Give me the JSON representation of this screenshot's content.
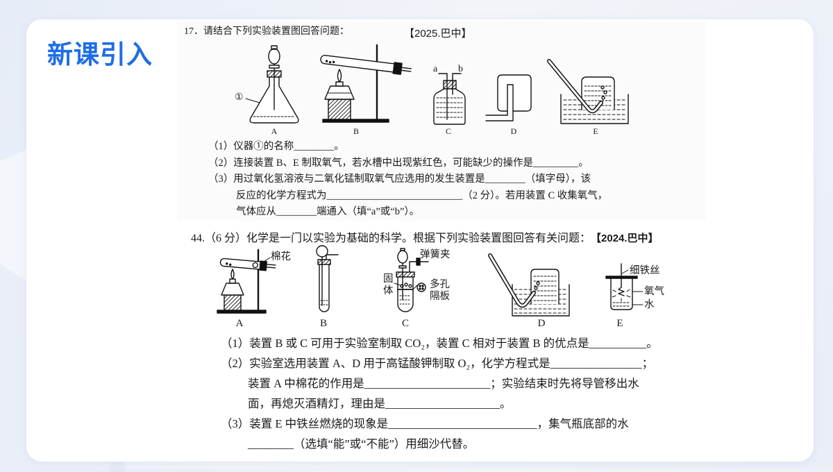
{
  "slide": {
    "title": "新课引入",
    "accent_color": "#1e6de6",
    "background_color": "#eef2f9",
    "card_color": "#ffffff"
  },
  "question_17": {
    "heading": "17．请结合下列实验装置图回答问题：",
    "source": "【2025.巴中】",
    "apparatus_labels": [
      "A",
      "B",
      "C",
      "D",
      "E"
    ],
    "callouts": {
      "instrument_1": "①",
      "port_a": "a",
      "port_b": "b"
    },
    "lines": [
      "（1）仪器①的名称________。",
      "（2）连接装置 B、E 制取氧气，若水槽中出现紫红色，可能缺少的操作是_________。",
      "（3）用过氧化氢溶液与二氧化锰制取氧气应选用的发生装置是________（填字母），该",
      "反应的化学方程式为___________________________（2 分）。若用装置 C 收集氧气，",
      "气体应从________端通入（填“a”或“b”）。"
    ]
  },
  "question_44": {
    "heading": "44.（6 分）化学是一门以实验为基础的科学。根据下列实验装置图回答有关问题：",
    "source": "【2024.巴中】",
    "apparatus_labels": [
      "A",
      "B",
      "C",
      "D",
      "E"
    ],
    "callouts": {
      "cotton": "棉花",
      "spring_clip": "弹簧夹",
      "solid": "固体",
      "porous_plate": "多孔隔板",
      "iron_wire": "细铁丝",
      "oxygen": "氧气",
      "water": "水"
    },
    "lines": [
      "（1）装置 B 或 C 可用于实验室制取 CO₂，装置 C 相对于装置 B 的优点是__________。",
      "（2）实验室选用装置 A、D 用于高锰酸钾制取 O₂，化学方程式是________________；",
      "装置 A 中棉花的作用是______________________；实验结束时先将导管移出水",
      "面，再熄灭酒精灯，理由是____________________。",
      "（3）装置 E 中铁丝燃烧的现象是__________________________，集气瓶底部的水",
      "________（选填“能”或“不能”）用细沙代替。"
    ]
  }
}
